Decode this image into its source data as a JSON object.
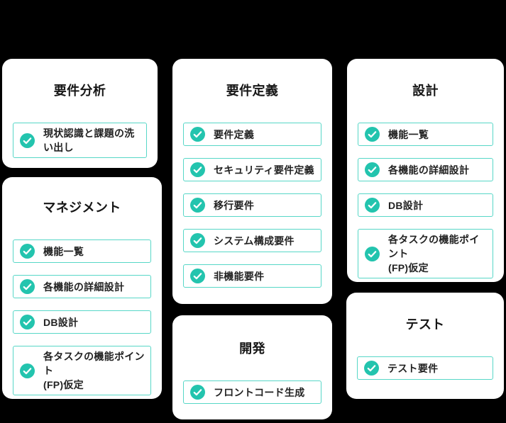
{
  "colors": {
    "page_bg": "#000000",
    "card_bg": "#ffffff",
    "accent": "#23c4ae",
    "item_border": "#57d7c7",
    "title_text": "#161616",
    "item_text": "#222222",
    "check_mark": "#ffffff"
  },
  "icons": {
    "item_icon": "check-circle-icon"
  },
  "cards": [
    {
      "id": "requirements-analysis",
      "title": "要件分析",
      "items": [
        "現状認識と課題の洗い出し"
      ]
    },
    {
      "id": "requirements-definition",
      "title": "要件定義",
      "items": [
        "要件定義",
        "セキュリティ要件定義",
        "移行要件",
        "システム構成要件",
        "非機能要件"
      ]
    },
    {
      "id": "design",
      "title": "設計",
      "items": [
        "機能一覧",
        "各機能の詳細設計",
        "DB設計",
        "各タスクの機能ポイント\n(FP)仮定"
      ]
    },
    {
      "id": "management",
      "title": "マネジメント",
      "items": [
        "機能一覧",
        "各機能の詳細設計",
        "DB設計",
        "各タスクの機能ポイント\n(FP)仮定"
      ]
    },
    {
      "id": "development",
      "title": "開発",
      "items": [
        "フロントコード生成"
      ]
    },
    {
      "id": "test",
      "title": "テスト",
      "items": [
        "テスト要件"
      ]
    }
  ]
}
